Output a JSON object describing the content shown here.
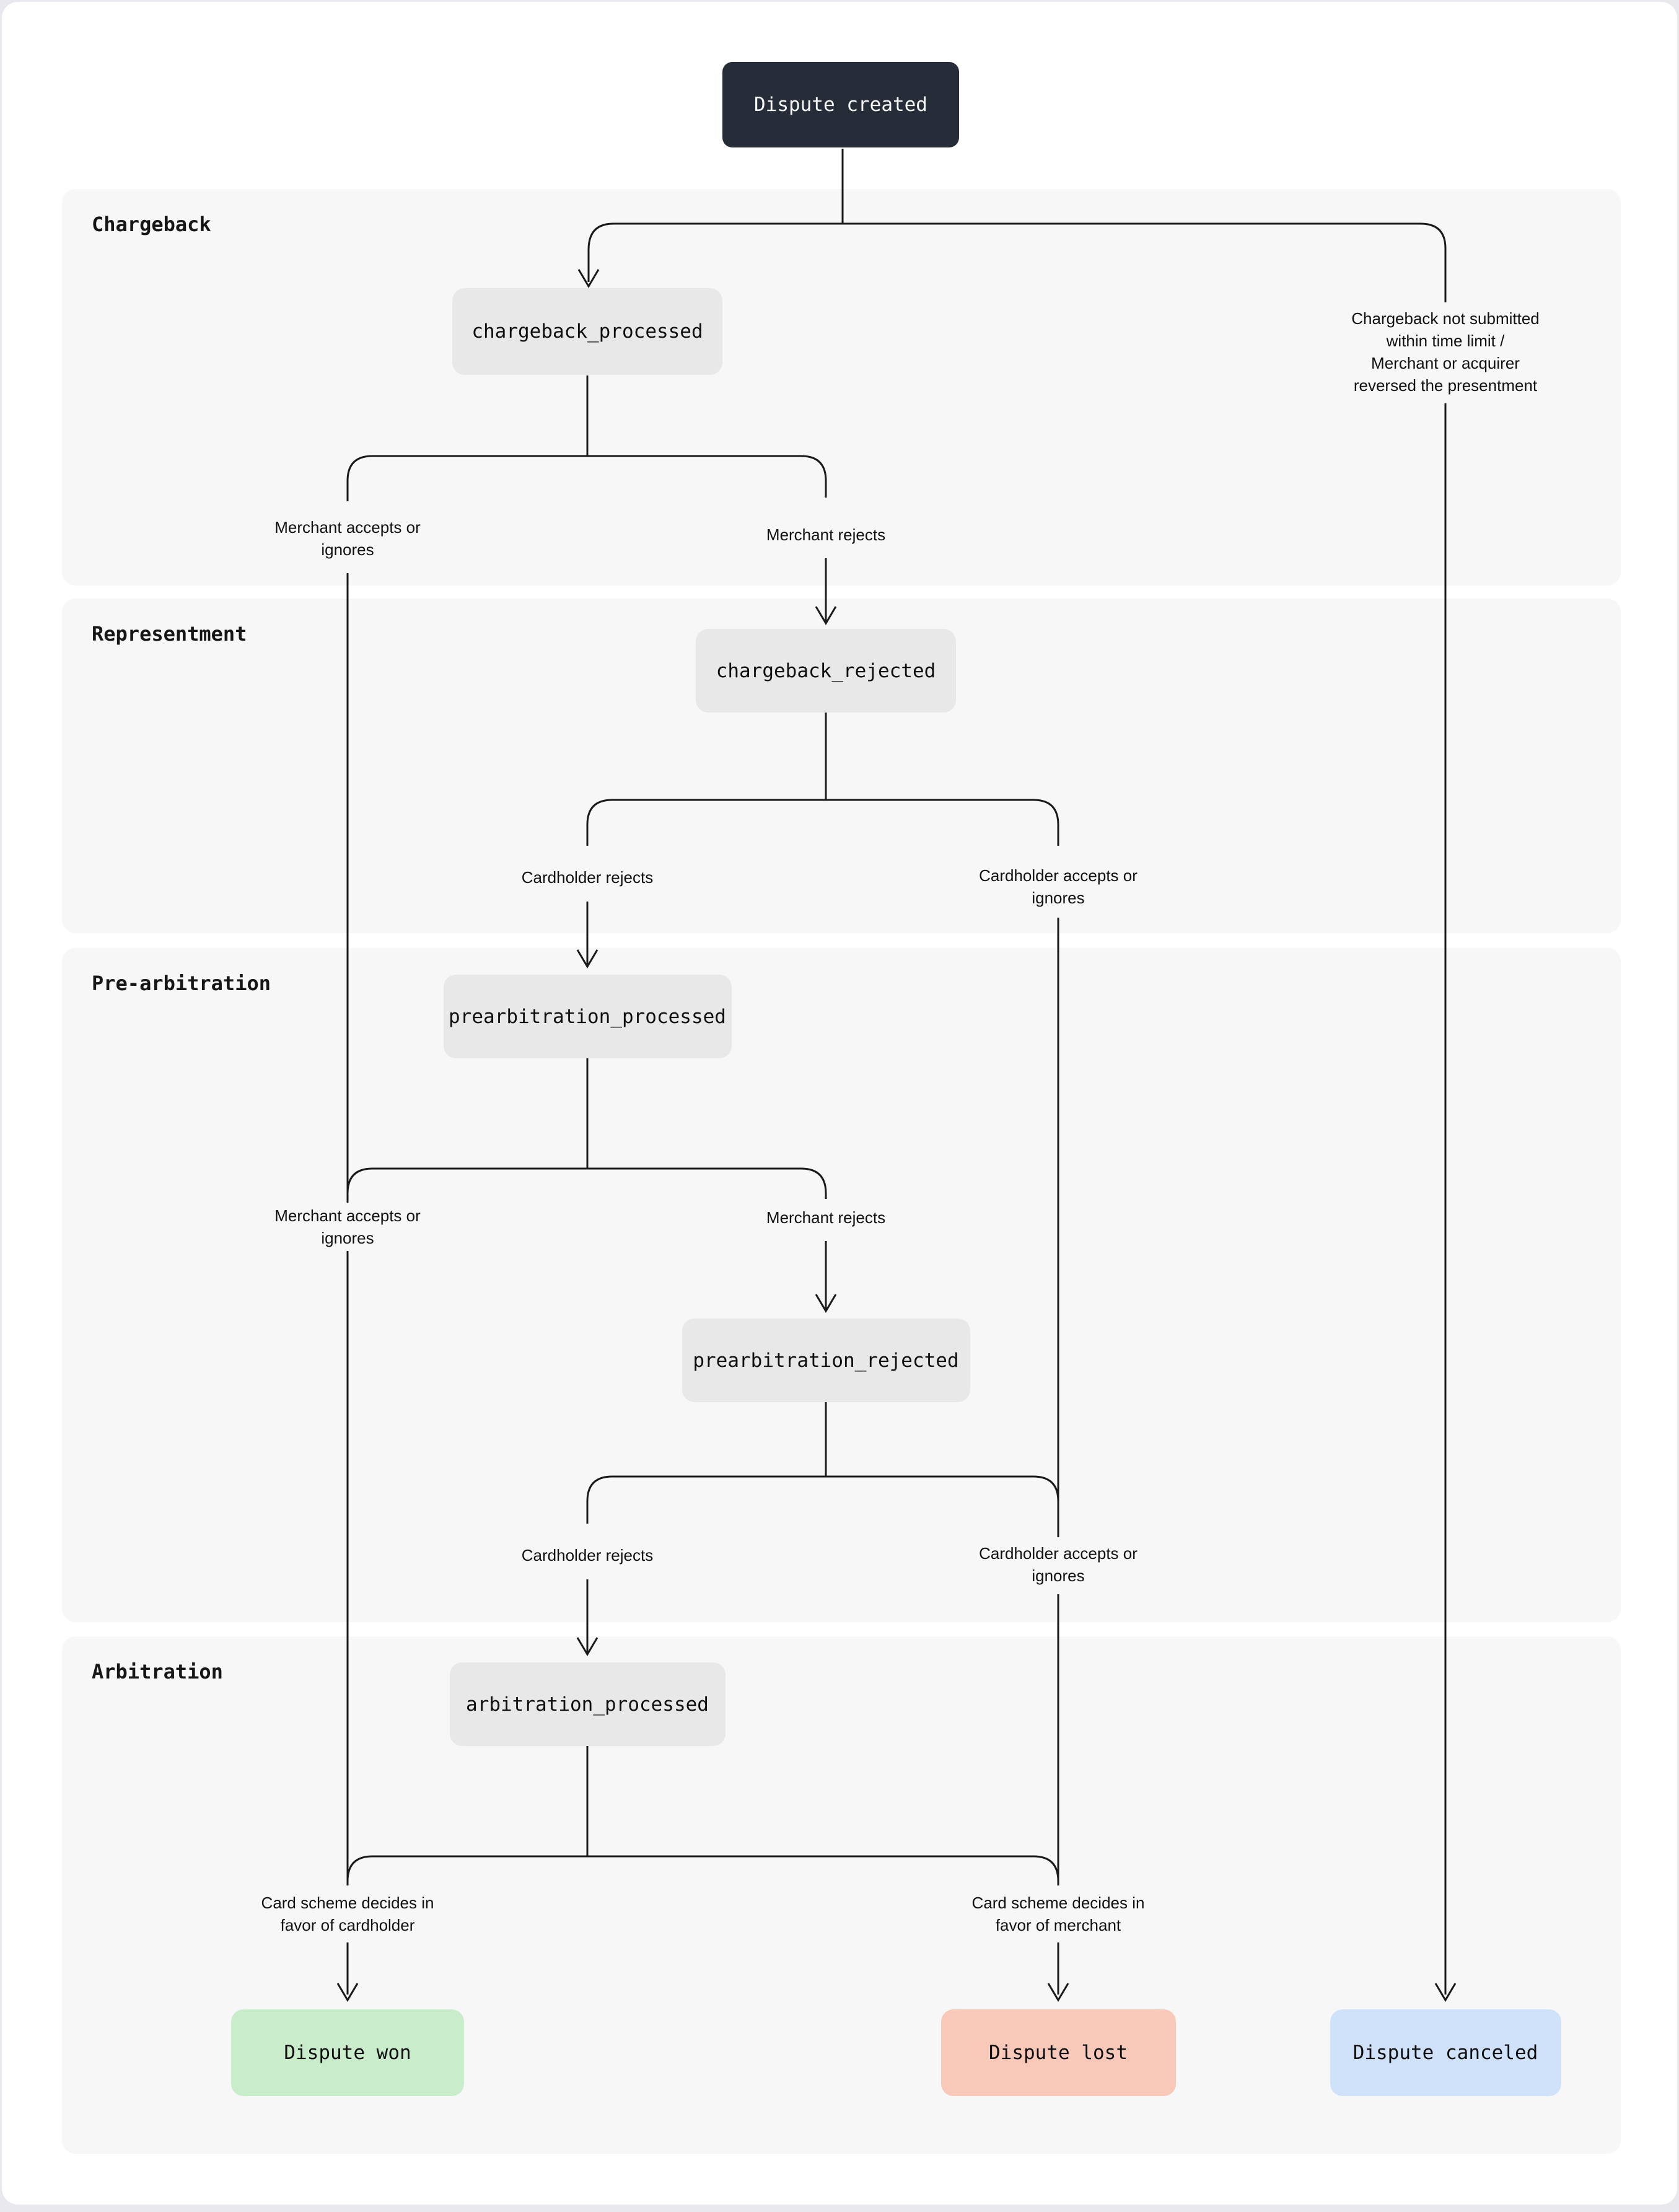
{
  "sections": [
    {
      "id": "chargeback",
      "title": "Chargeback"
    },
    {
      "id": "representment",
      "title": "Representment"
    },
    {
      "id": "pre_arbitration",
      "title": "Pre-arbitration"
    },
    {
      "id": "arbitration",
      "title": "Arbitration"
    }
  ],
  "nodes": {
    "dispute_created": "Dispute created",
    "chargeback_processed": "chargeback_processed",
    "chargeback_rejected": "chargeback_rejected",
    "prearbitration_processed": "prearbitration_processed",
    "prearbitration_rejected": "prearbitration_rejected",
    "arbitration_processed": "arbitration_processed",
    "dispute_won": "Dispute won",
    "dispute_lost": "Dispute lost",
    "dispute_canceled": "Dispute canceled"
  },
  "edge_labels": {
    "chargeback_not_submitted": "Chargeback not submitted\nwithin time limit /\nMerchant or acquirer\nreversed the presentment",
    "merchant_accepts_1": "Merchant accepts or\nignores",
    "merchant_rejects_1": "Merchant rejects",
    "cardholder_rejects_1": "Cardholder rejects",
    "cardholder_accepts_1": "Cardholder accepts or\nignores",
    "merchant_accepts_2": "Merchant accepts or\nignores",
    "merchant_rejects_2": "Merchant rejects",
    "cardholder_rejects_2": "Cardholder rejects",
    "cardholder_accepts_2": "Cardholder accepts or\nignores",
    "scheme_cardholder": "Card scheme decides in\nfavor of cardholder",
    "scheme_merchant": "Card scheme decides in\nfavor of merchant"
  },
  "colors": {
    "page_bg": "#e9e9ed",
    "card_bg": "#ffffff",
    "section_bg": "#f8f7f7",
    "node_dark": "#272d38",
    "node_dark_text": "#f7f8f9",
    "node_gray": "#e9e8e8",
    "terminal_green": "#c9edcb",
    "terminal_red": "#f8c8b8",
    "terminal_blue": "#cfe2f9",
    "edge": "#1a1a1a",
    "text": "#111111"
  }
}
